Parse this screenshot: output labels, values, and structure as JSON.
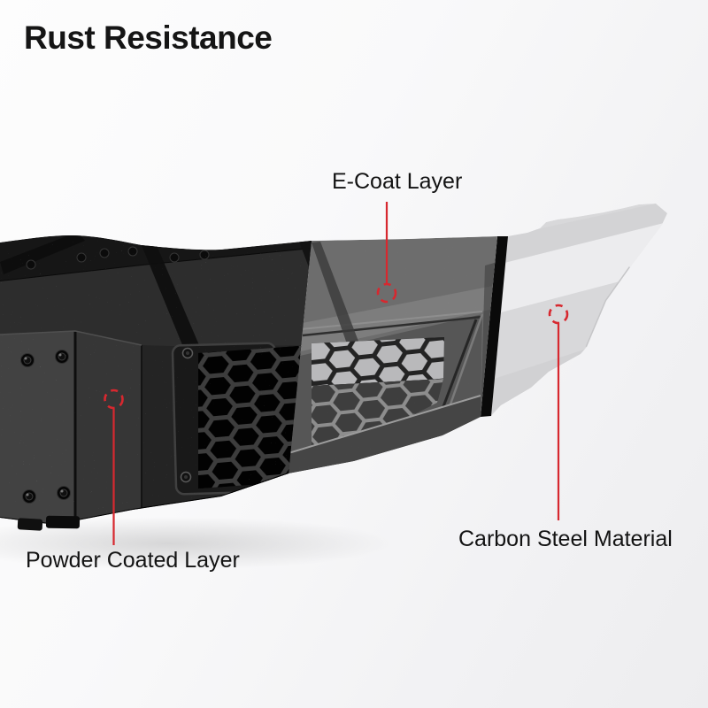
{
  "title": "Rust Resistance",
  "callouts": [
    {
      "id": "ecoat",
      "label": "E-Coat Layer"
    },
    {
      "id": "powder",
      "label": "Powder Coated Layer"
    },
    {
      "id": "carbon",
      "label": "Carbon Steel Material"
    }
  ],
  "colors": {
    "accent_red": "#d7282f",
    "text": "#151515",
    "powder_coat_black": "#242424",
    "ecoat_gray": "#6d6d6d",
    "carbon_steel_gray": "#d8d8da"
  }
}
